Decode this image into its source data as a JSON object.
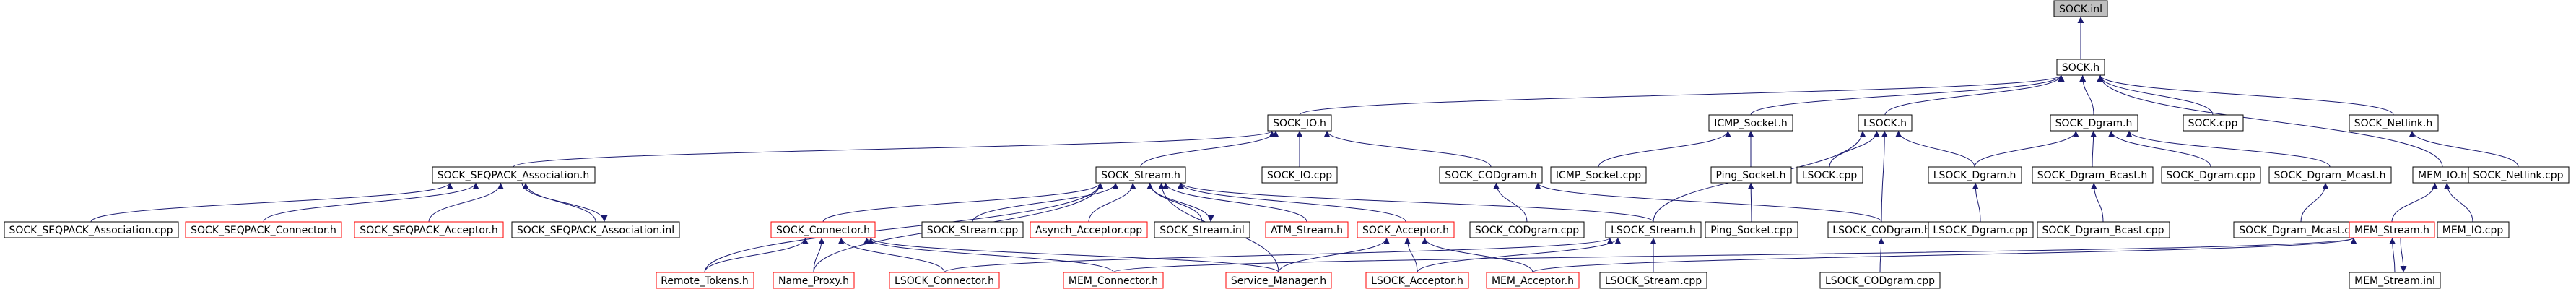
{
  "colors": {
    "background": "#ffffff",
    "node_border": "#000000",
    "node_border_incomplete": "#ff0000",
    "root_fill": "#bfbfbf",
    "node_fill": "#ffffff",
    "edge": "#191970",
    "text": "#000000"
  },
  "nodes": [
    {
      "id": "sock_inl",
      "label": "SOCK.inl",
      "root": true,
      "incomplete": false
    },
    {
      "id": "sock_h",
      "label": "SOCK.h",
      "incomplete": false
    },
    {
      "id": "sock_io_h",
      "label": "SOCK_IO.h",
      "incomplete": false
    },
    {
      "id": "icmp_socket_h",
      "label": "ICMP_Socket.h",
      "incomplete": false
    },
    {
      "id": "lsock_h",
      "label": "LSOCK.h",
      "incomplete": false
    },
    {
      "id": "sock_dgram_h",
      "label": "SOCK_Dgram.h",
      "incomplete": false
    },
    {
      "id": "sock_cpp",
      "label": "SOCK.cpp",
      "incomplete": false
    },
    {
      "id": "sock_netlink_h",
      "label": "SOCK_Netlink.h",
      "incomplete": false
    },
    {
      "id": "sock_seqpack_assoc_h",
      "label": "SOCK_SEQPACK_Association.h",
      "incomplete": false
    },
    {
      "id": "sock_stream_h",
      "label": "SOCK_Stream.h",
      "incomplete": false
    },
    {
      "id": "sock_io_cpp",
      "label": "SOCK_IO.cpp",
      "incomplete": false
    },
    {
      "id": "sock_codgram_h",
      "label": "SOCK_CODgram.h",
      "incomplete": false
    },
    {
      "id": "icmp_socket_cpp",
      "label": "ICMP_Socket.cpp",
      "incomplete": false
    },
    {
      "id": "ping_socket_h",
      "label": "Ping_Socket.h",
      "incomplete": false
    },
    {
      "id": "lsock_cpp",
      "label": "LSOCK.cpp",
      "incomplete": false
    },
    {
      "id": "lsock_dgram_h",
      "label": "LSOCK_Dgram.h",
      "incomplete": false
    },
    {
      "id": "sock_dgram_bcast_h",
      "label": "SOCK_Dgram_Bcast.h",
      "incomplete": false
    },
    {
      "id": "sock_dgram_cpp",
      "label": "SOCK_Dgram.cpp",
      "incomplete": false
    },
    {
      "id": "sock_dgram_mcast_h",
      "label": "SOCK_Dgram_Mcast.h",
      "incomplete": false
    },
    {
      "id": "mem_io_h",
      "label": "MEM_IO.h",
      "incomplete": false
    },
    {
      "id": "sock_netlink_cpp",
      "label": "SOCK_Netlink.cpp",
      "incomplete": false
    },
    {
      "id": "sock_seqpack_assoc_cpp",
      "label": "SOCK_SEQPACK_Association.cpp",
      "incomplete": false
    },
    {
      "id": "sock_seqpack_connector_h",
      "label": "SOCK_SEQPACK_Connector.h",
      "incomplete": true
    },
    {
      "id": "sock_seqpack_acceptor_h",
      "label": "SOCK_SEQPACK_Acceptor.h",
      "incomplete": true
    },
    {
      "id": "sock_seqpack_assoc_inl",
      "label": "SOCK_SEQPACK_Association.inl",
      "incomplete": false
    },
    {
      "id": "sock_stream_cpp",
      "label": "SOCK_Stream.cpp",
      "incomplete": false
    },
    {
      "id": "asynch_acceptor_cpp",
      "label": "Asynch_Acceptor.cpp",
      "incomplete": true
    },
    {
      "id": "sock_stream_inl",
      "label": "SOCK_Stream.inl",
      "incomplete": false
    },
    {
      "id": "atm_stream_h",
      "label": "ATM_Stream.h",
      "incomplete": true
    },
    {
      "id": "sock_acceptor_h",
      "label": "SOCK_Acceptor.h",
      "incomplete": true
    },
    {
      "id": "sock_codgram_cpp",
      "label": "SOCK_CODgram.cpp",
      "incomplete": false
    },
    {
      "id": "lsock_stream_h",
      "label": "LSOCK_Stream.h",
      "incomplete": false
    },
    {
      "id": "ping_socket_cpp",
      "label": "Ping_Socket.cpp",
      "incomplete": false
    },
    {
      "id": "lsock_codgram_h",
      "label": "LSOCK_CODgram.h",
      "incomplete": false
    },
    {
      "id": "lsock_dgram_cpp",
      "label": "LSOCK_Dgram.cpp",
      "incomplete": false
    },
    {
      "id": "sock_dgram_bcast_cpp",
      "label": "SOCK_Dgram_Bcast.cpp",
      "incomplete": false
    },
    {
      "id": "sock_dgram_mcast_cpp",
      "label": "SOCK_Dgram_Mcast.cpp",
      "incomplete": false
    },
    {
      "id": "mem_stream_h",
      "label": "MEM_Stream.h",
      "incomplete": true
    },
    {
      "id": "mem_io_cpp",
      "label": "MEM_IO.cpp",
      "incomplete": false
    },
    {
      "id": "sock_connector_h",
      "label": "SOCK_Connector.h",
      "incomplete": true
    },
    {
      "id": "remote_tokens_h",
      "label": "Remote_Tokens.h",
      "incomplete": true
    },
    {
      "id": "name_proxy_h",
      "label": "Name_Proxy.h",
      "incomplete": true
    },
    {
      "id": "lsock_connector_h",
      "label": "LSOCK_Connector.h",
      "incomplete": true
    },
    {
      "id": "mem_connector_h",
      "label": "MEM_Connector.h",
      "incomplete": true
    },
    {
      "id": "service_manager_h",
      "label": "Service_Manager.h",
      "incomplete": true
    },
    {
      "id": "lsock_acceptor_h",
      "label": "LSOCK_Acceptor.h",
      "incomplete": true
    },
    {
      "id": "mem_acceptor_h",
      "label": "MEM_Acceptor.h",
      "incomplete": true
    },
    {
      "id": "lsock_stream_cpp",
      "label": "LSOCK_Stream.cpp",
      "incomplete": false
    },
    {
      "id": "lsock_codgram_cpp",
      "label": "LSOCK_CODgram.cpp",
      "incomplete": false
    },
    {
      "id": "mem_stream_inl",
      "label": "MEM_Stream.inl",
      "incomplete": false
    }
  ],
  "edges": [
    [
      "sock_h",
      "sock_inl"
    ],
    [
      "sock_io_h",
      "sock_h"
    ],
    [
      "icmp_socket_h",
      "sock_h"
    ],
    [
      "lsock_h",
      "sock_h"
    ],
    [
      "sock_dgram_h",
      "sock_h"
    ],
    [
      "sock_cpp",
      "sock_h"
    ],
    [
      "sock_netlink_h",
      "sock_h"
    ],
    [
      "mem_io_h",
      "sock_h"
    ],
    [
      "sock_seqpack_assoc_h",
      "sock_io_h"
    ],
    [
      "sock_stream_h",
      "sock_io_h"
    ],
    [
      "sock_io_cpp",
      "sock_io_h"
    ],
    [
      "sock_codgram_h",
      "sock_io_h"
    ],
    [
      "icmp_socket_cpp",
      "icmp_socket_h"
    ],
    [
      "ping_socket_h",
      "icmp_socket_h"
    ],
    [
      "lsock_cpp",
      "lsock_h"
    ],
    [
      "lsock_dgram_h",
      "lsock_h"
    ],
    [
      "lsock_stream_h",
      "lsock_h"
    ],
    [
      "lsock_codgram_h",
      "lsock_h"
    ],
    [
      "lsock_dgram_h",
      "sock_dgram_h"
    ],
    [
      "sock_dgram_bcast_h",
      "sock_dgram_h"
    ],
    [
      "sock_dgram_cpp",
      "sock_dgram_h"
    ],
    [
      "sock_dgram_mcast_h",
      "sock_dgram_h"
    ],
    [
      "sock_netlink_cpp",
      "sock_netlink_h"
    ],
    [
      "sock_seqpack_assoc_cpp",
      "sock_seqpack_assoc_h"
    ],
    [
      "sock_seqpack_connector_h",
      "sock_seqpack_assoc_h"
    ],
    [
      "sock_seqpack_acceptor_h",
      "sock_seqpack_assoc_h"
    ],
    [
      "sock_seqpack_assoc_inl",
      "sock_seqpack_assoc_h"
    ],
    [
      "sock_seqpack_assoc_h",
      "sock_seqpack_assoc_inl"
    ],
    [
      "sock_stream_cpp",
      "sock_stream_h"
    ],
    [
      "asynch_acceptor_cpp",
      "sock_stream_h"
    ],
    [
      "sock_stream_inl",
      "sock_stream_h"
    ],
    [
      "sock_stream_h",
      "sock_stream_inl"
    ],
    [
      "atm_stream_h",
      "sock_stream_h"
    ],
    [
      "sock_acceptor_h",
      "sock_stream_h"
    ],
    [
      "sock_connector_h",
      "sock_stream_h"
    ],
    [
      "remote_tokens_h",
      "sock_stream_h"
    ],
    [
      "name_proxy_h",
      "sock_stream_h"
    ],
    [
      "lsock_stream_h",
      "sock_stream_h"
    ],
    [
      "service_manager_h",
      "sock_stream_h"
    ],
    [
      "sock_codgram_cpp",
      "sock_codgram_h"
    ],
    [
      "lsock_codgram_h",
      "sock_codgram_h"
    ],
    [
      "ping_socket_cpp",
      "ping_socket_h"
    ],
    [
      "lsock_dgram_cpp",
      "lsock_dgram_h"
    ],
    [
      "sock_dgram_bcast_cpp",
      "sock_dgram_bcast_h"
    ],
    [
      "sock_dgram_mcast_cpp",
      "sock_dgram_mcast_h"
    ],
    [
      "mem_stream_h",
      "mem_io_h"
    ],
    [
      "mem_io_cpp",
      "mem_io_h"
    ],
    [
      "remote_tokens_h",
      "sock_connector_h"
    ],
    [
      "name_proxy_h",
      "sock_connector_h"
    ],
    [
      "lsock_connector_h",
      "sock_connector_h"
    ],
    [
      "mem_connector_h",
      "sock_connector_h"
    ],
    [
      "service_manager_h",
      "sock_connector_h"
    ],
    [
      "service_manager_h",
      "sock_acceptor_h"
    ],
    [
      "lsock_acceptor_h",
      "sock_acceptor_h"
    ],
    [
      "mem_acceptor_h",
      "sock_acceptor_h"
    ],
    [
      "lsock_connector_h",
      "lsock_stream_h"
    ],
    [
      "lsock_acceptor_h",
      "lsock_stream_h"
    ],
    [
      "lsock_stream_cpp",
      "lsock_stream_h"
    ],
    [
      "lsock_codgram_cpp",
      "lsock_codgram_h"
    ],
    [
      "mem_connector_h",
      "mem_stream_h"
    ],
    [
      "mem_acceptor_h",
      "mem_stream_h"
    ],
    [
      "mem_stream_inl",
      "mem_stream_h"
    ],
    [
      "mem_stream_h",
      "mem_stream_inl"
    ]
  ]
}
